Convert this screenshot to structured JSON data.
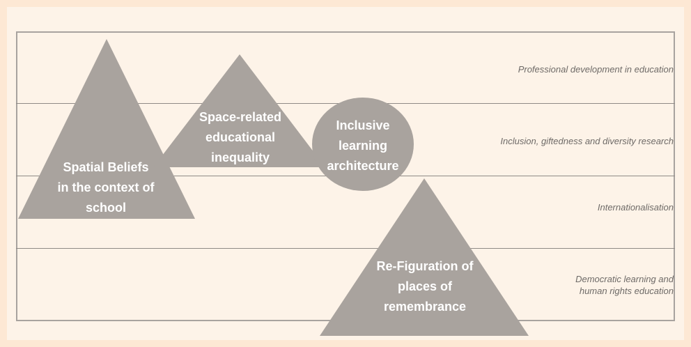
{
  "colors": {
    "shape_fill": "#a9a39e",
    "background": "#fdf3e8",
    "line": "#8f8a86",
    "label_text": "#6e6a67"
  },
  "rows": [
    "Professional development in education",
    "Inclusion, giftedness and diversity research",
    "Internationalisation",
    "Democratic learning and\nhuman rights education"
  ],
  "shapes": [
    {
      "kind": "triangle",
      "text": "Spatial Beliefs\nin the context of\nschool"
    },
    {
      "kind": "triangle",
      "text": "Space-related\neducational\ninequality"
    },
    {
      "kind": "circle",
      "text": "Inclusive\nlearning\narchitecture"
    },
    {
      "kind": "triangle",
      "text": "Re-Figuration of\nplaces of\nremembrance"
    }
  ]
}
